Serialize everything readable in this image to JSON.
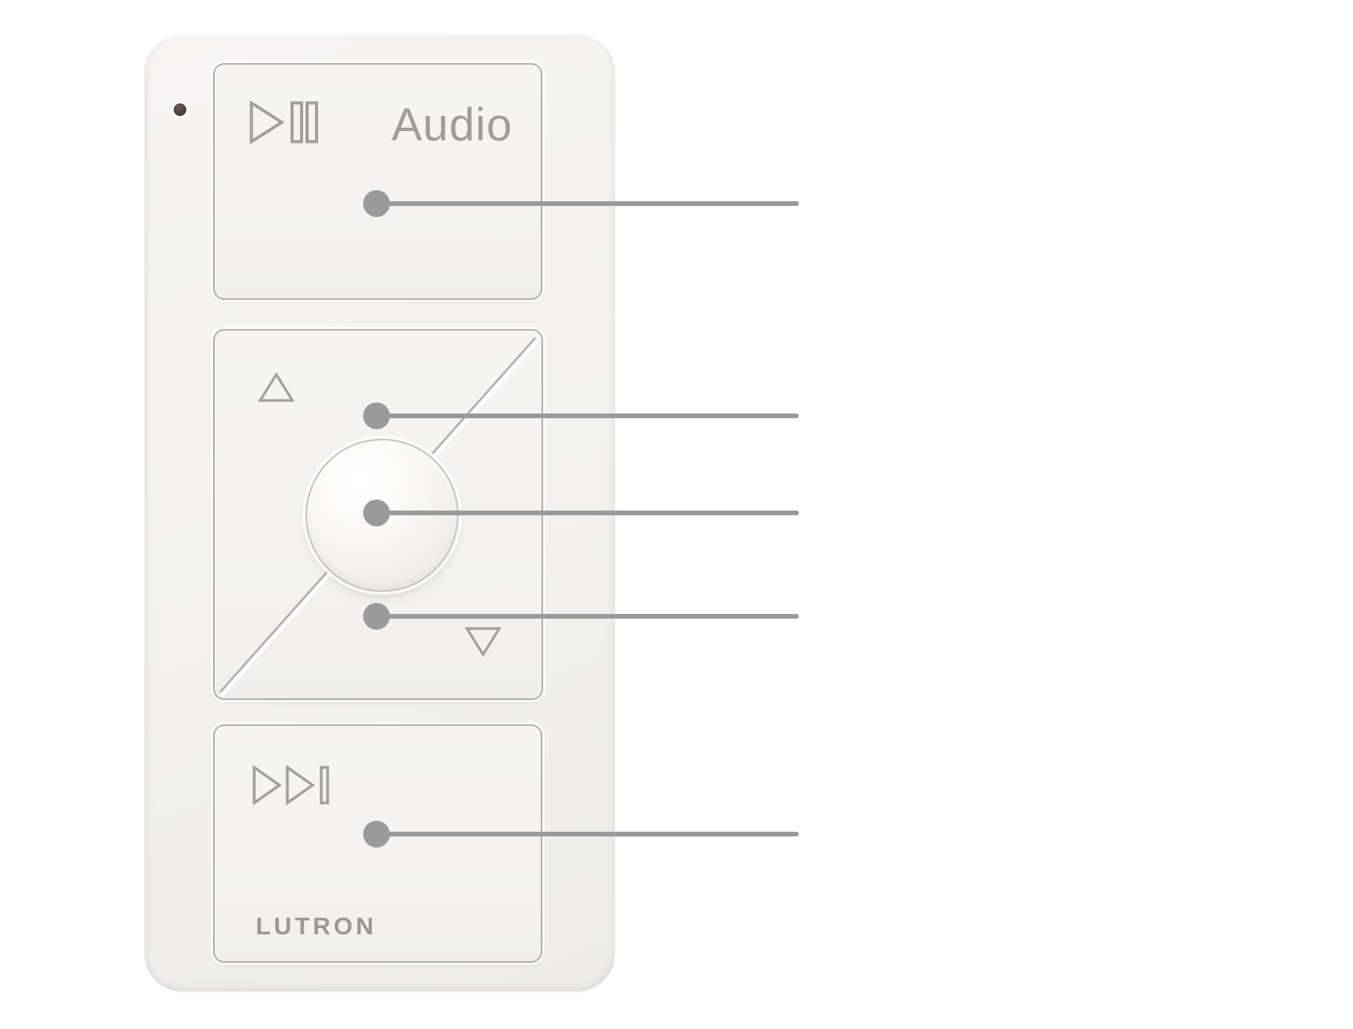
{
  "device": {
    "name": "Pico audio remote control",
    "brand_label": "LUTRON",
    "model_label": "Audio",
    "body_color": "#f2f1ef",
    "button_face_color": "#f4f3f1",
    "engraving_color": "#a3a09c",
    "led_color": "#4e423d",
    "led_indicator": "dark status LED, upper-left of body"
  },
  "buttons": [
    {
      "id": "play-pause",
      "icon": "play-pause-icon",
      "label": "Audio"
    },
    {
      "id": "raise",
      "icon": "triangle-up-icon",
      "label": ""
    },
    {
      "id": "favorite",
      "icon": "round-center-button",
      "label": ""
    },
    {
      "id": "lower",
      "icon": "triangle-down-icon",
      "label": ""
    },
    {
      "id": "skip-track",
      "icon": "skip-track-icon",
      "label": ""
    }
  ],
  "callouts": {
    "color": "#9a9a9a",
    "style": "dot with horizontal leader line extending right",
    "items": [
      {
        "target": "play-pause-button"
      },
      {
        "target": "raise-button"
      },
      {
        "target": "favorite-round-button"
      },
      {
        "target": "lower-button"
      },
      {
        "target": "skip-track-button"
      }
    ]
  }
}
